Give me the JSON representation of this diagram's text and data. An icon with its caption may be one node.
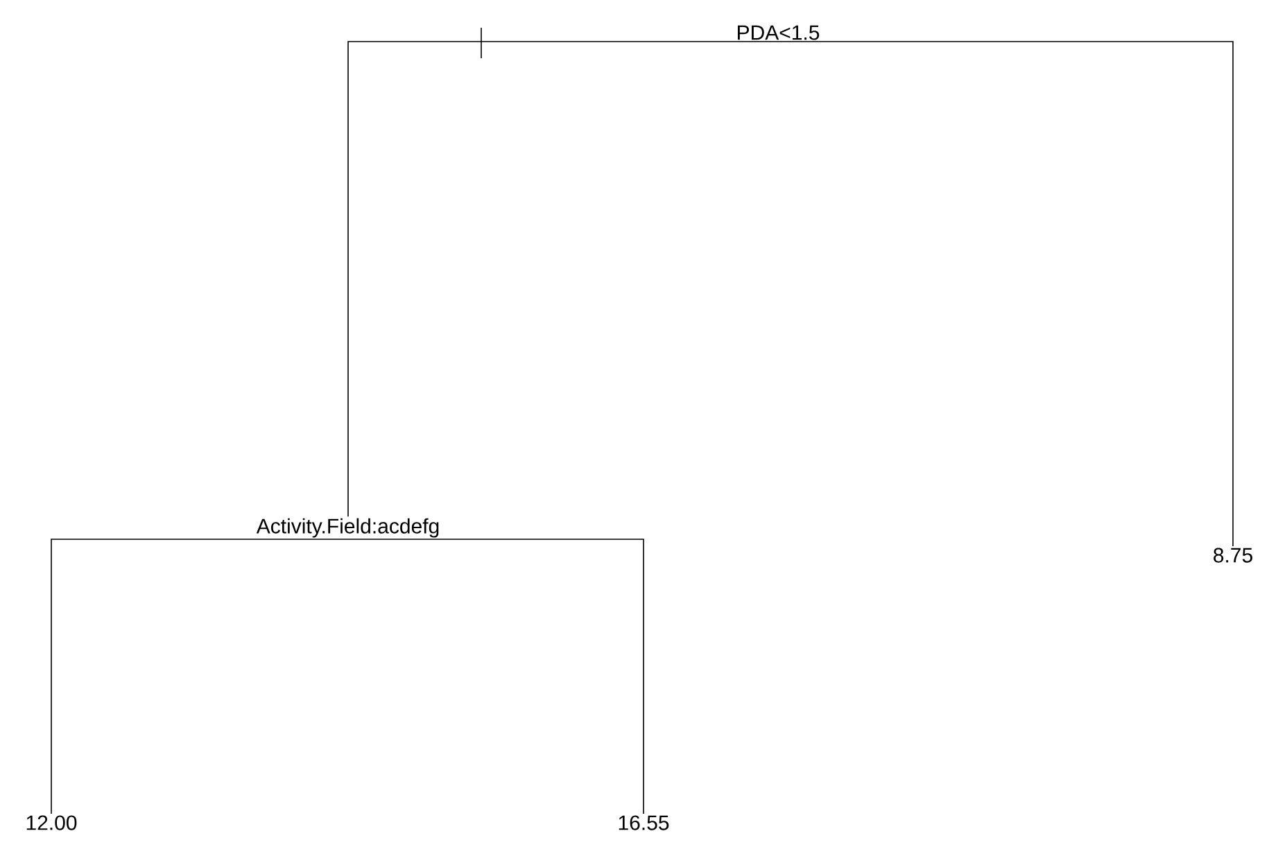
{
  "diagram": {
    "nodes": [
      {
        "text": [
          "PDA<1.5"
        ]
      },
      {
        "text": [
          "Activity.Field:acdefg"
        ]
      },
      {
        "text": [
          "8.75"
        ]
      },
      {
        "text": [
          "12.00"
        ]
      },
      {
        "text": [
          "16.55"
        ]
      }
    ],
    "edges": [
      {
        "from": 0,
        "to": 1,
        "arrow": "none"
      },
      {
        "from": 0,
        "to": 2,
        "arrow": "none"
      },
      {
        "from": 1,
        "to": 3,
        "arrow": "none"
      },
      {
        "from": 1,
        "to": 4,
        "arrow": "none"
      }
    ]
  }
}
